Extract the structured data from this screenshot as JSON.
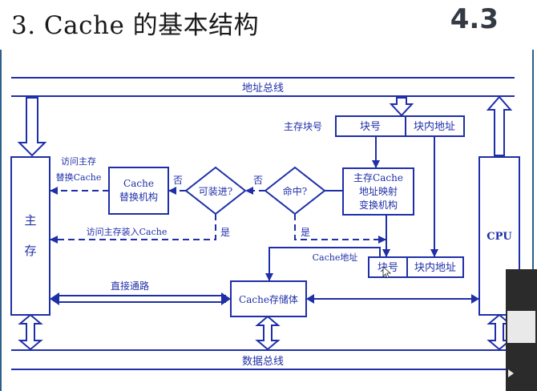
{
  "slide": {
    "title": "3. Cache 的基本结构",
    "section_number": "4.3"
  },
  "labels": {
    "address_bus": "地址总线",
    "data_bus": "数据总线",
    "main_memory_block_no": "主存块号",
    "block_no": "块号",
    "in_block_addr": "块内地址",
    "main_memory_line1": "主",
    "main_memory_line2": "存",
    "cpu": "CPU",
    "mapping_line1": "主存Cache",
    "mapping_line2": "地址映射",
    "mapping_line3": "变换机构",
    "hit": "命中?",
    "can_load": "可装进?",
    "replace_line1": "Cache",
    "replace_line2": "替换机构",
    "access_replace_line1": "访问主存",
    "access_replace_line2": "替换Cache",
    "access_load": "访问主存装入Cache",
    "no1": "否",
    "no2": "否",
    "yes1": "是",
    "yes2": "是",
    "cache_addr": "Cache地址",
    "cache_block_no": "块号",
    "cache_in_block_addr": "块内地址",
    "direct_path": "直接通路",
    "cache_storage": "Cache存储体"
  },
  "colors": {
    "diagram_blue": "#1f2fa8",
    "frame_blue": "#2f5f88",
    "badge_gray": "#333a44"
  }
}
